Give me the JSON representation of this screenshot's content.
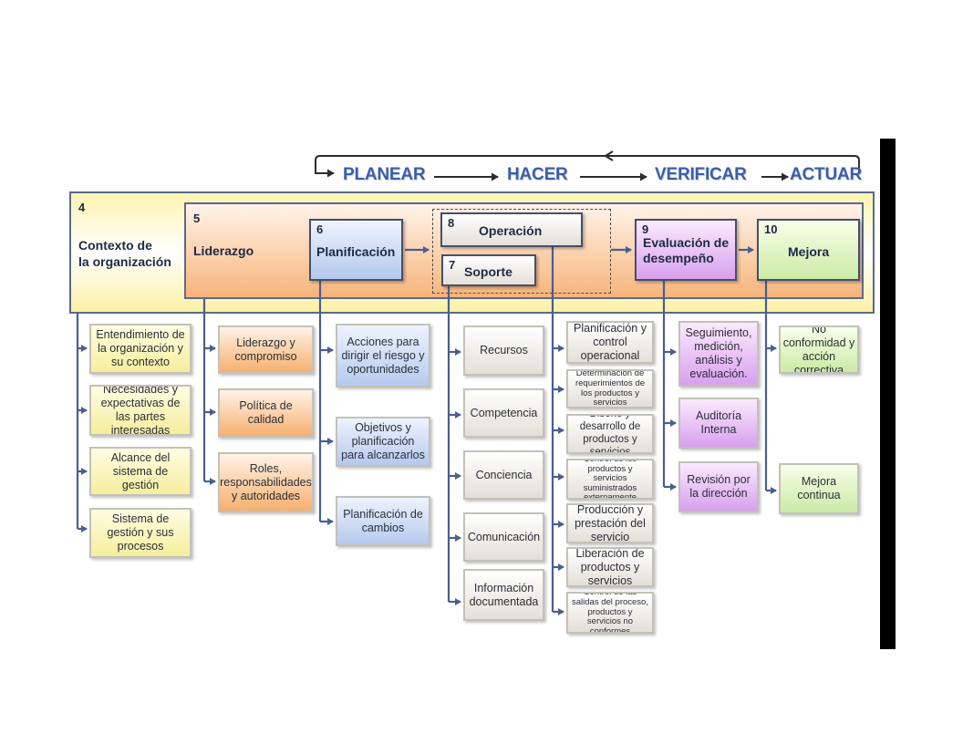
{
  "cycle": {
    "planear": "PLANEAR",
    "hacer": "HACER",
    "verificar": "VERIFICAR",
    "actuar": "ACTUAR"
  },
  "header": {
    "contexto": {
      "number": "4",
      "title_line1": "Contexto de",
      "title_line2": "la organización"
    },
    "liderazgo": {
      "number": "5",
      "title": "Liderazgo"
    },
    "planificacion": {
      "number": "6",
      "title": "Planificación"
    },
    "operacion": {
      "number": "8",
      "title": "Operación"
    },
    "soporte": {
      "number": "7",
      "title": "Soporte"
    },
    "evaluacion": {
      "number": "9",
      "title_line1": "Evaluación de",
      "title_line2": "desempeño"
    },
    "mejora": {
      "number": "10",
      "title": "Mejora"
    }
  },
  "columns": {
    "contexto": [
      "Entendimiento de la organización y su contexto",
      "Necesidades y expectativas de las partes interesadas",
      "Alcance del sistema de gestión",
      "Sistema de gestión y sus procesos"
    ],
    "liderazgo": [
      "Liderazgo y compromiso",
      "Política de calidad",
      "Roles, responsabilidades y autoridades"
    ],
    "planificacion": [
      "Acciones para dirigir el riesgo y oportunidades",
      "Objetivos y planificación para alcanzarlos",
      "Planificación de cambios"
    ],
    "soporte": [
      "Recursos",
      "Competencia",
      "Conciencia",
      "Comunicación",
      "Información documentada"
    ],
    "operacion": [
      "Planificación y control operacional",
      "Determinación de requerimientos de los productos y servicios",
      "Diseño y desarrollo de productos y servicios",
      "Control de los productos y servicios suministrados externamente",
      "Producción y prestación del servicio",
      "Liberación de productos y servicios",
      "Control de las salidas del proceso, productos y servicios no conformes"
    ],
    "evaluacion": [
      "Seguimiento, medición, análisis y evaluación.",
      "Auditoría Interna",
      "Revisión por la dirección"
    ],
    "mejora": [
      "No conformidad y acción correctiva",
      "Mejora continua"
    ]
  },
  "colors": {
    "connector": "#4a5f8f",
    "pdca_text": "#3c5ea8",
    "context": "#f5ee9d",
    "leadership": "#f6b070",
    "planning": "#b5c9ee",
    "support": "#e4dfd8",
    "evaluation": "#d9a0ee",
    "improvement": "#cbeaa6"
  }
}
